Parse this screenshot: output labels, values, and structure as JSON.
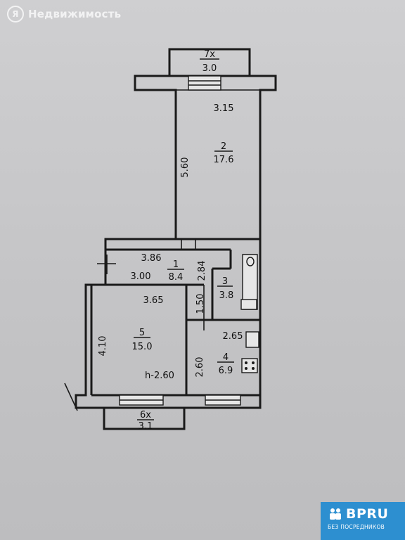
{
  "watermark": {
    "logo_letter": "Я",
    "text": "Недвижимость"
  },
  "brand_badge": {
    "title": "BPRU",
    "subtitle": "БЕЗ ПОСРЕДНИКОВ",
    "color": "#2d8fd0"
  },
  "plan": {
    "windows": [
      {
        "label": "7х",
        "value": "3.0"
      },
      {
        "label": "6х",
        "value": "3.1"
      }
    ],
    "rooms": [
      {
        "number": "2",
        "area": "17.6",
        "width": "3.15",
        "length": "5.60"
      },
      {
        "number": "1",
        "area": "8.4",
        "width_top": "3.86",
        "width_bottom": "3.00",
        "length": "2.84"
      },
      {
        "number": "3",
        "area": "3.8"
      },
      {
        "number": "5",
        "area": "15.0",
        "width": "3.65",
        "length": "4.10",
        "height": "h-2.60"
      },
      {
        "number": "4",
        "area": "6.9",
        "width": "2.65",
        "length": "2.60"
      }
    ],
    "misc_dimensions": {
      "corridor_width": "1.50"
    }
  }
}
